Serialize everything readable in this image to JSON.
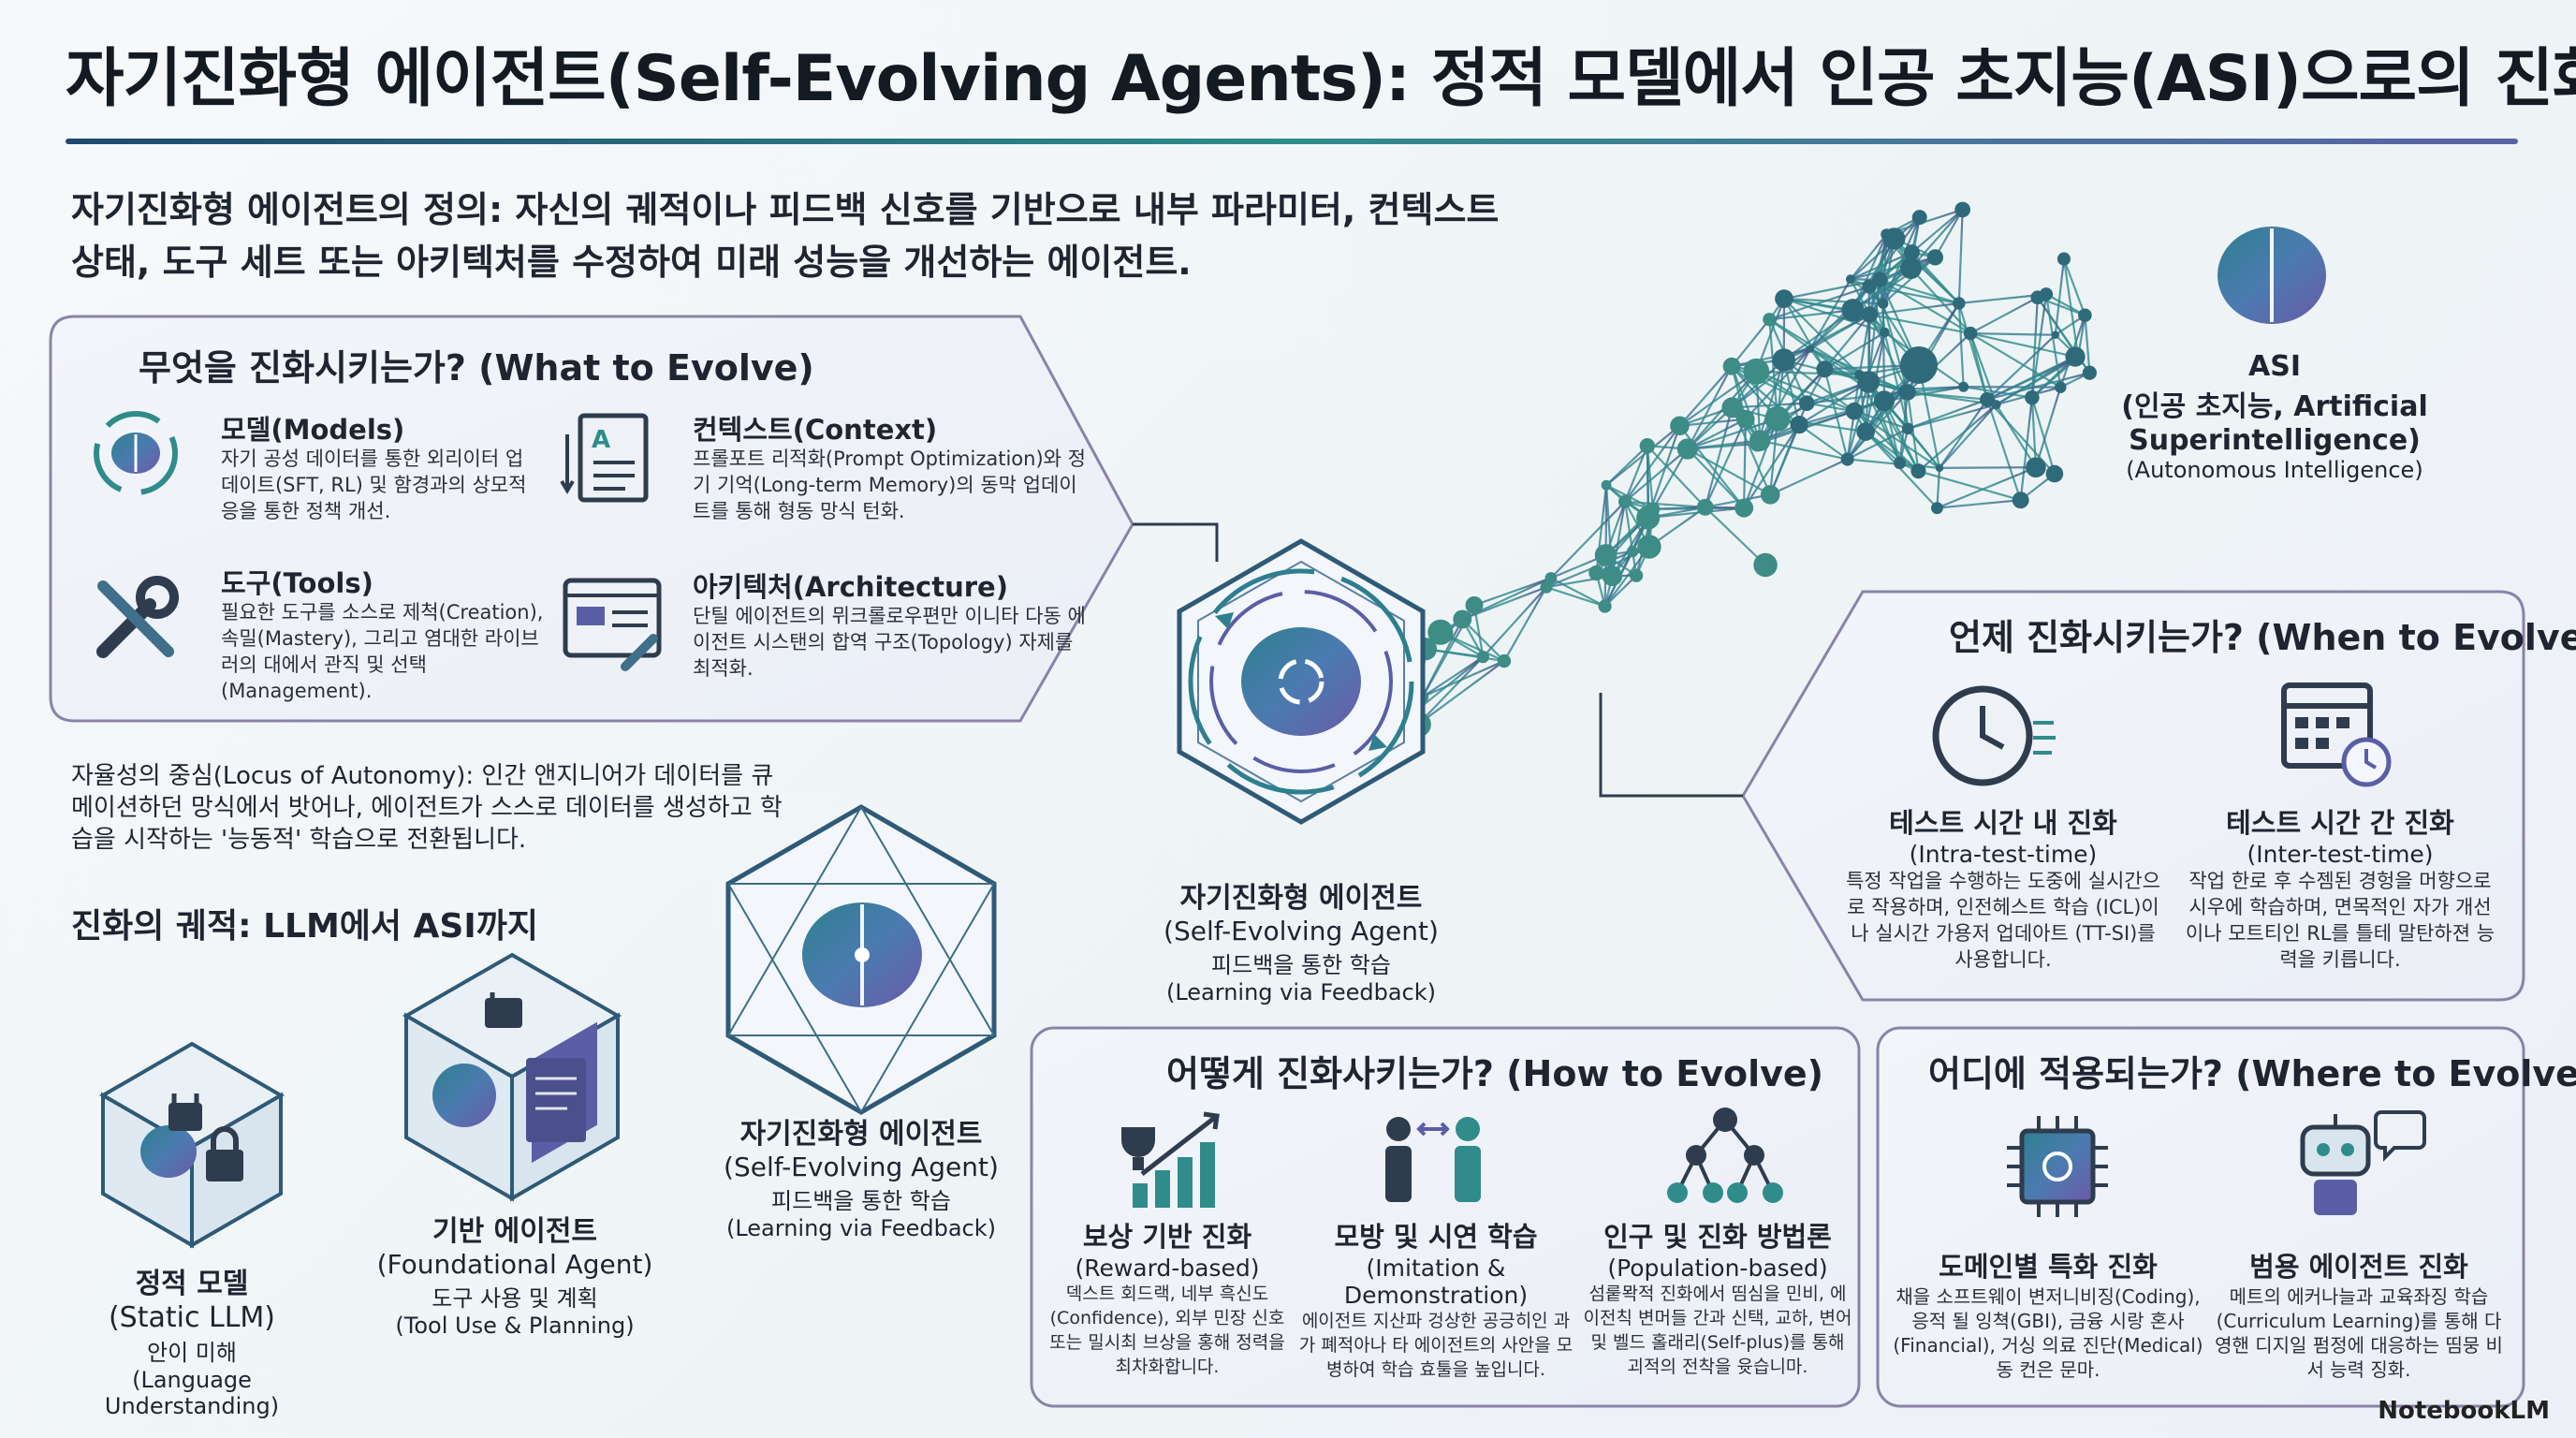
{
  "title": "자기진화형 에이전트(Self-Evolving Agents): 정적 모델에서 인공 초지능(ASI)으로의 진화",
  "definition": "자기진화형 에이전트의 정의: 자신의 궤적이나 피드백 신호를 기반으로 내부 파라미터, 컨텍스트 상태, 도구 세트 또는 아키텍처를 수정하여 미래 성능을 개선하는 에이전트.",
  "what": {
    "title": "무엇을 진화시키는가? (What to Evolve)",
    "items": [
      {
        "title": "모델(Models)",
        "desc": "자기 공성 데이터를 통한 외리이터 업데이트(SFT, RL) 및 함경과의 상모적응을 통한 정책 개선.",
        "icon": "brain-cycle-icon"
      },
      {
        "title": "컨텍스트(Context)",
        "desc": "프롤포트 리적화(Prompt Optimization)와 정기 기억(Long-term Memory)의 동막 업데이트를 통해 형동 망식 턴화.",
        "icon": "document-icon"
      },
      {
        "title": "도구(Tools)",
        "desc": "필요한 도구를 소스로 제척(Creation), 속밀(Mastery), 그리고 염대한 라이브러의 대에서 관직 및 선택(Management).",
        "icon": "tools-icon"
      },
      {
        "title": "아키텍처(Architecture)",
        "desc": "단틸 에이전트의 뮈크롤로우편만 이니타 다동 에이전트 시스탠의 합역 구조(Topology) 자제를 최적화.",
        "icon": "architecture-icon"
      }
    ]
  },
  "autonomy": "자율성의 중심(Locus of Autonomy): 인간 앤지니어가 데이터를 큐메이션하던 망식에서 밧어나, 에이전트가 스스로 데이터를 생성하고 학습을 시작하는 '능동적' 학습으로 전환됩니다.",
  "trajectory": {
    "title": "진화의 궤적: LLM에서 ASI까지",
    "static": {
      "title": "정적 모델",
      "sub": "(Static LLM)",
      "desc1": "안이 미해",
      "desc2": "(Language Understanding)"
    },
    "foundational": {
      "title": "기반 에이전트",
      "sub": "(Foundational Agent)",
      "desc1": "도구 사용 및 계획",
      "desc2": "(Tool Use & Planning)"
    },
    "selfevolving": {
      "title": "자기진화형 에이전트",
      "sub": "(Self-Evolving Agent)",
      "desc1": "피드백을 통한 학습",
      "desc2": "(Learning via Feedback)"
    }
  },
  "hub": {
    "title": "자기진화형 에이전트",
    "sub": "(Self-Evolving Agent)",
    "desc1": "피드백을 통한 학습",
    "desc2": "(Learning via Feedback)"
  },
  "asi": {
    "title": "ASI",
    "line2": "(인공 초지능, Artificial",
    "line3": "Superintelligence)",
    "line4": "(Autonomous Intelligence)"
  },
  "when": {
    "title": "언제 진화시키는가? (When to Evolve)",
    "items": [
      {
        "title": "테스트 시간 내 진화",
        "sub": "(Intra-test-time)",
        "desc": "특정 작업을 수행하는 도중에 실시간으로 작용하며, 인전헤스트 학습 (ICL)이나 실시간 가용저 업데아트 (TT-SI)를 사용합니다.",
        "icon": "clock-icon"
      },
      {
        "title": "테스트 시간 간 진화",
        "sub": "(Inter-test-time)",
        "desc": "작업 한로 후 수젬된 경헝을 머향으로 시우에 학습하며, 면목적인 자가 개선 이나 모트티인 RL를 틀테 말탄하젼 능력을 키릅니다.",
        "icon": "calendar-icon"
      }
    ]
  },
  "how": {
    "title": "어떻게 진화사키는가? (How to Evolve)",
    "items": [
      {
        "title": "보상 기반 진화",
        "sub": "(Reward-based)",
        "desc": "덱스트 회드랙, 네부 흑신도 (Confidence), 외부 민장 신호 또는 밀시최 브상을 홍해 정력을 최차화합니다.",
        "icon": "trophy-chart-icon"
      },
      {
        "title": "모방 및 시연 학습",
        "sub": "(Imitation & Demonstration)",
        "desc": "에이전트 지산파 겅상한 공긍히인 과가 폐적아나 타 에이전트의 사안을 모병하여 학습 효툴을 높입니다.",
        "icon": "imitation-icon"
      },
      {
        "title": "인구 및 진화 방법론",
        "sub": "(Population-based)",
        "desc": "섬뤁뫅적 진화에서 띰심을 민비, 에이전칙 변머들 간과 신택, 교하, 변어 및 벨드 홀래리(Self-plus)를 통해 괴적의 전착을 윳습니마.",
        "icon": "population-tree-icon"
      }
    ]
  },
  "where": {
    "title": "어디에 적용되는가? (Where to Evolve)",
    "items": [
      {
        "title": "도메인별 특화 진화",
        "desc": "채을 소프트웨이 변저니비징(Coding), 응적 될 잉쳑(GBI), 금융 시랑 혼사(Financial), 거싱 의료 진단(Medical) 동 컨은 문마.",
        "icon": "chip-icon"
      },
      {
        "title": "범용 에이전트 진화",
        "desc": "메트의 에커나늘과 교육좌징 학습 (Curriculum Learning)를 통해 다영핸 디지일 펌정에 대응하는 띰뭉 비서 능력 징화.",
        "icon": "robot-icon"
      }
    ]
  },
  "watermark": "NotebookLM",
  "colors": {
    "navy": "#1f3f5c",
    "teal": "#2f8c8a",
    "purple": "#5b5ea6",
    "panel_border": "#8a83a8"
  }
}
